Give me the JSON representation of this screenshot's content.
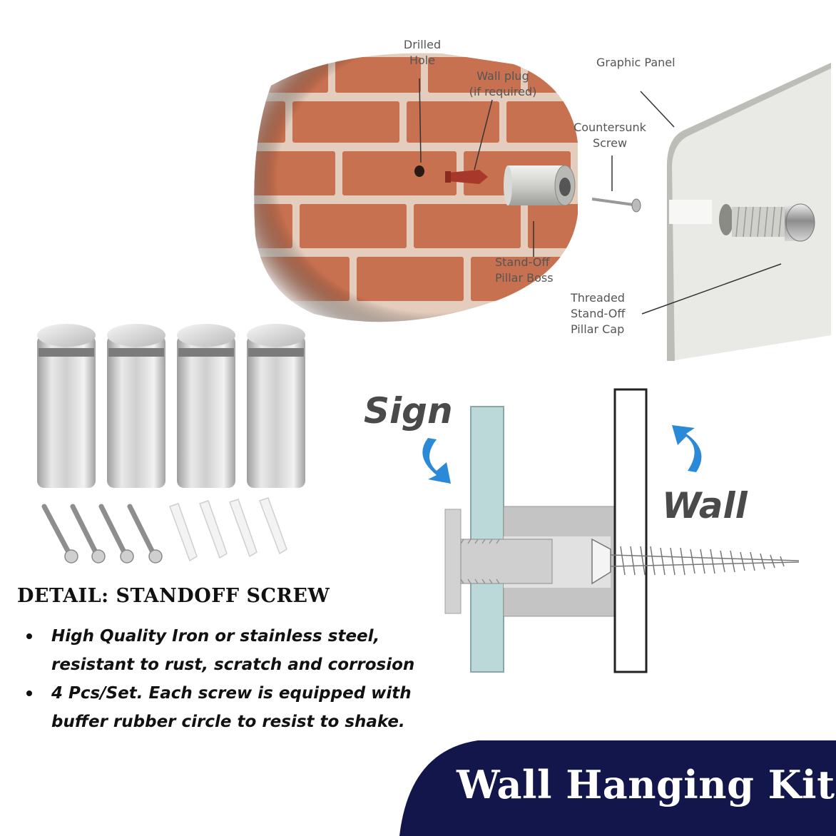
{
  "diagram_labels": {
    "drilled_hole_1": "Drilled",
    "drilled_hole_2": "Hole",
    "wall_plug_1": "Wall plug",
    "wall_plug_2": "(if required)",
    "graphic_panel": "Graphic Panel",
    "countersunk_1": "Countersunk",
    "countersunk_2": "Screw",
    "standoff_boss_1": "Stand-Off",
    "standoff_boss_2": "Pillar Boss",
    "threaded_cap_1": "Threaded",
    "threaded_cap_2": "Stand-Off",
    "threaded_cap_3": "Pillar Cap"
  },
  "section_diagram": {
    "sign_label": "Sign",
    "wall_label": "Wall"
  },
  "detail": {
    "heading": "DETAIL: STANDOFF SCREW",
    "bullets": [
      "High Quality Iron or stainless steel, resistant to rust, scratch and corrosion",
      " 4 Pcs/Set. Each screw is equipped with buffer rubber circle to resist to shake."
    ]
  },
  "banner": {
    "title": "Wall Hanging Kit",
    "color": "#12164a"
  },
  "colors": {
    "brick": "#c9714f",
    "mortar": "#e6d2c4",
    "arrow_blue": "#2a8ad8",
    "glass": "#bcd9da",
    "steel": "#c8c8c8"
  }
}
